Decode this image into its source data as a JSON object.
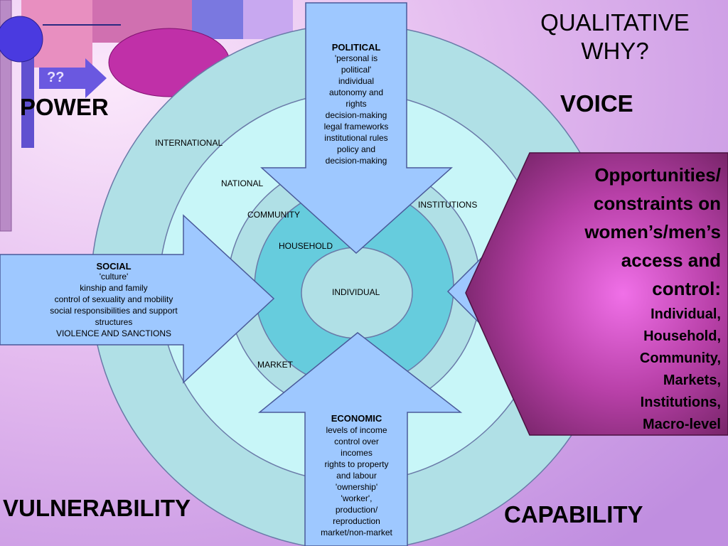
{
  "slide": {
    "title": "QUALITATIVE WHY?",
    "corner_words": {
      "power": "POWER",
      "voice": "VOICE",
      "vulnerability": "VULNERABILITY",
      "capability": "CAPABILITY"
    },
    "logo_text": "??"
  },
  "rings": {
    "international": "INTERNATIONAL",
    "national": "NATIONAL",
    "community": "COMMUNITY",
    "institutions": "INSTITUTIONS",
    "household": "HOUSEHOLD",
    "individual": "INDIVIDUAL",
    "market": "MARKET"
  },
  "political": {
    "title": "POLITICAL",
    "text": "'personal is\npolitical'\nindividual\nautonomy and\nrights\ndecision-making\nlegal frameworks\ninstitutional rules\npolicy and\ndecision-making"
  },
  "social": {
    "title": "SOCIAL",
    "text": "'culture'\nkinship and family\ncontrol of sexuality and mobility\nsocial responsibilities and support\nstructures\nVIOLENCE AND SANCTIONS"
  },
  "economic": {
    "title": "ECONOMIC",
    "text": "levels of income\ncontrol over\nincomes\nrights to property\nand labour\n'ownership'\n'worker',\nproduction/\nreproduction\nmarket/non-market"
  },
  "panel": {
    "heading": "Opportunities/\nconstraints on\nwomen’s/men’s\naccess and\ncontrol:",
    "items": "Individual,\nHousehold,\nCommunity,\nMarkets,\nInstitutions,\nMacro-level"
  },
  "colors": {
    "background": "#d9a6e8",
    "ring_outer": "#b0e0e6",
    "ring_light": "#c8f6f8",
    "ring_household": "#66ccdd",
    "arrow_fill": "#9ec8ff",
    "panel_fill": "#8a2a7a"
  }
}
